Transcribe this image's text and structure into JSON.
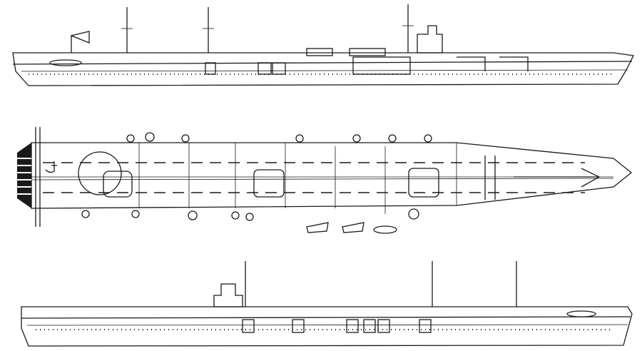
{
  "drawing": {
    "views": [
      "starboard-profile",
      "flight-deck-plan",
      "port-profile"
    ],
    "line_color": "#1a1a1a",
    "background_color": "#ffffff"
  }
}
